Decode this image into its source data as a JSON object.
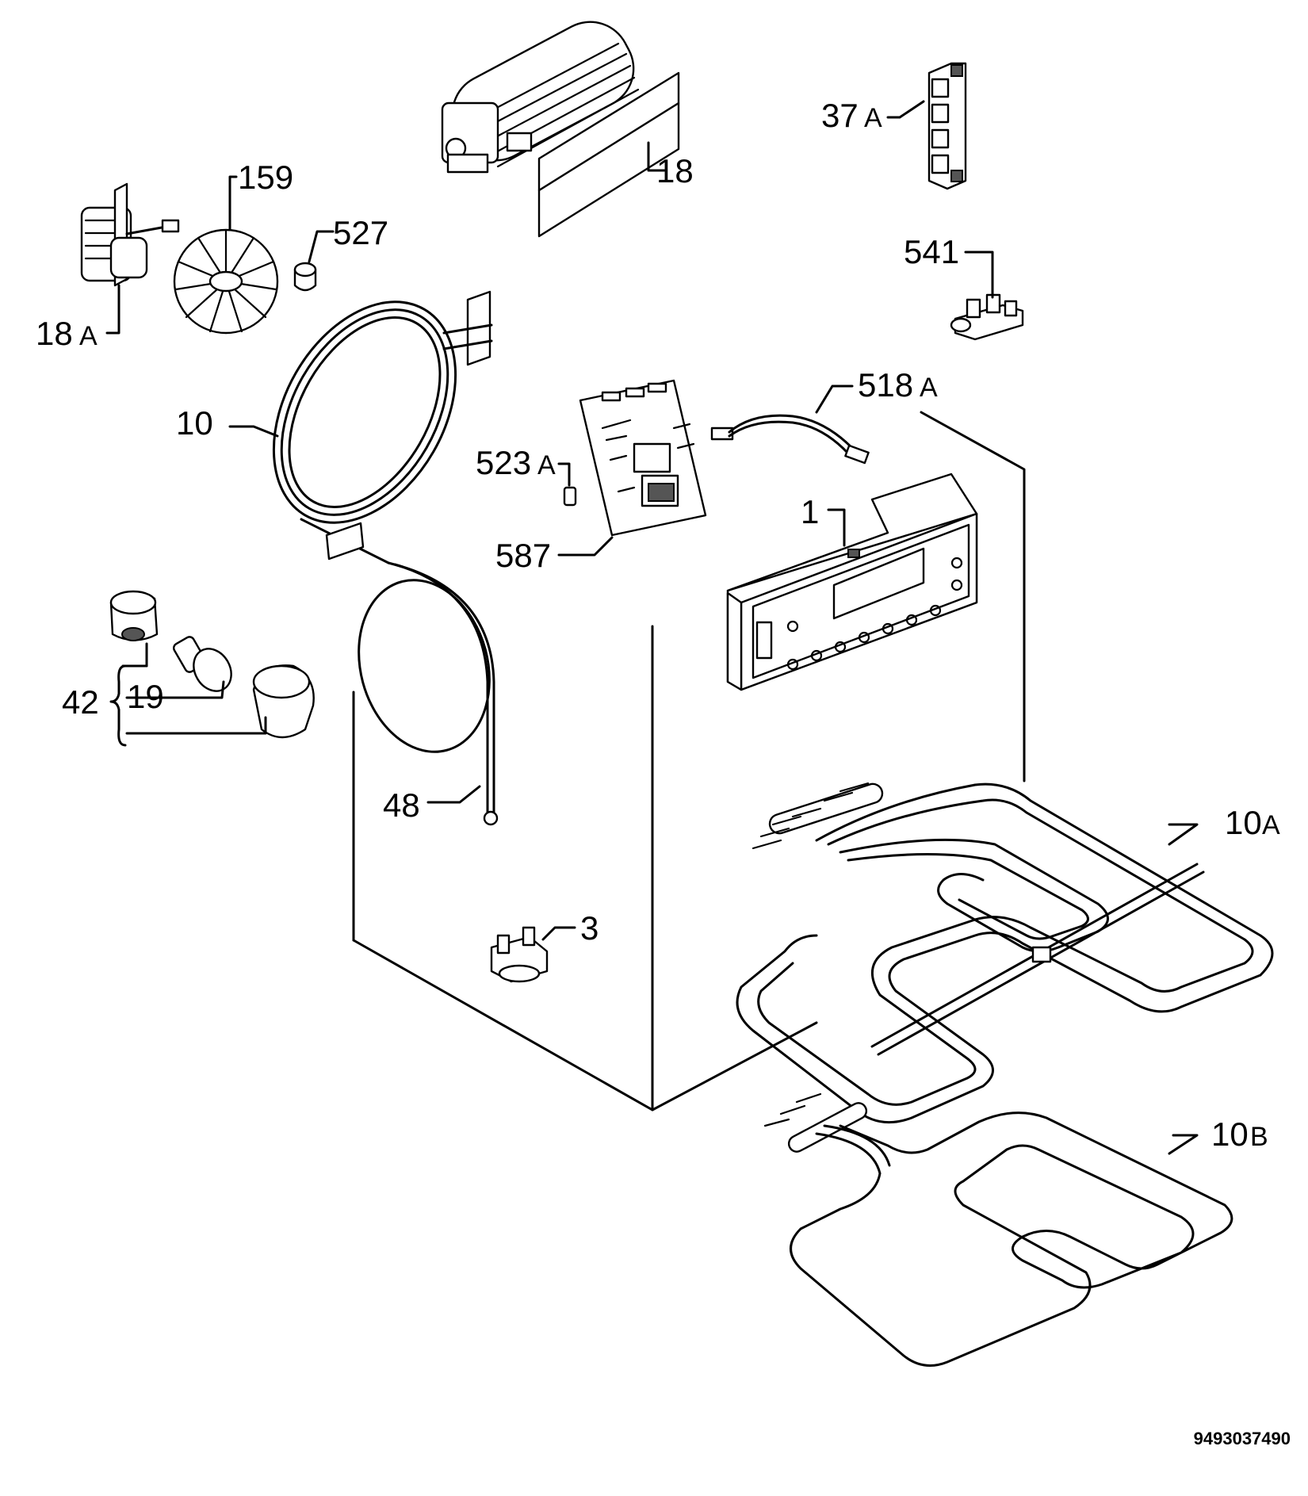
{
  "labels": {
    "p18": "18",
    "p37a_num": "37",
    "p37a_suf": "A",
    "p159": "159",
    "p527": "527",
    "p18a_num": "18",
    "p18a_suf": "A",
    "p541": "541",
    "p10": "10",
    "p518a_num": "518",
    "p518a_suf": "A",
    "p523a_num": "523",
    "p523a_suf": "A",
    "p1": "1",
    "p587": "587",
    "p42": "42",
    "p19": "19",
    "p48": "48",
    "p10a_num": "10",
    "p10a_suf": "A",
    "p3": "3",
    "p10b_num": "10",
    "p10b_suf": "B"
  },
  "drawing_code": "9493037490"
}
